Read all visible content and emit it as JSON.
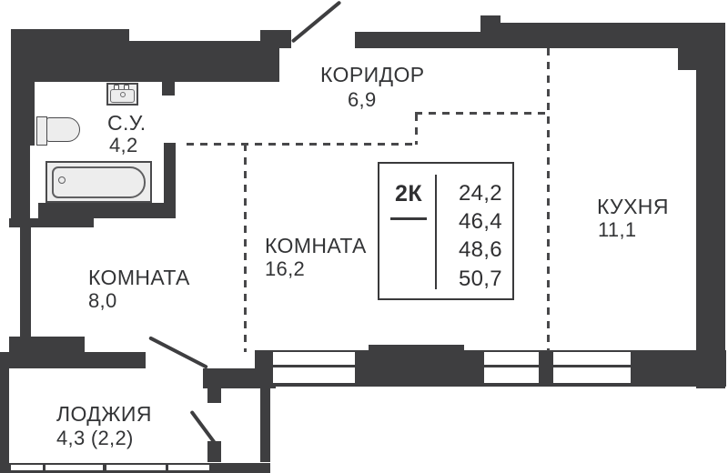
{
  "plan": {
    "rooms": [
      {
        "name": "corridor",
        "label": "КОРИДОР",
        "area": "6,9"
      },
      {
        "name": "bathroom",
        "label": "С.У.",
        "area": "4,2"
      },
      {
        "name": "room-large",
        "label": "КОМНАТА",
        "area": "16,2"
      },
      {
        "name": "room-small",
        "label": "КОМНАТА",
        "area": "8,0"
      },
      {
        "name": "kitchen",
        "label": "КУХНЯ",
        "area": "11,1"
      },
      {
        "name": "loggia",
        "label": "ЛОДЖИЯ",
        "area": "4,3 (2,2)"
      }
    ],
    "info_box": {
      "type_label": "2К",
      "values": [
        "24,2",
        "46,4",
        "48,6",
        "50,7"
      ]
    },
    "colors": {
      "wall": "#3e3e40",
      "text": "#333436",
      "dash": "#48484a",
      "fixture_fill": "#ededed",
      "background": "#ffffff"
    }
  }
}
